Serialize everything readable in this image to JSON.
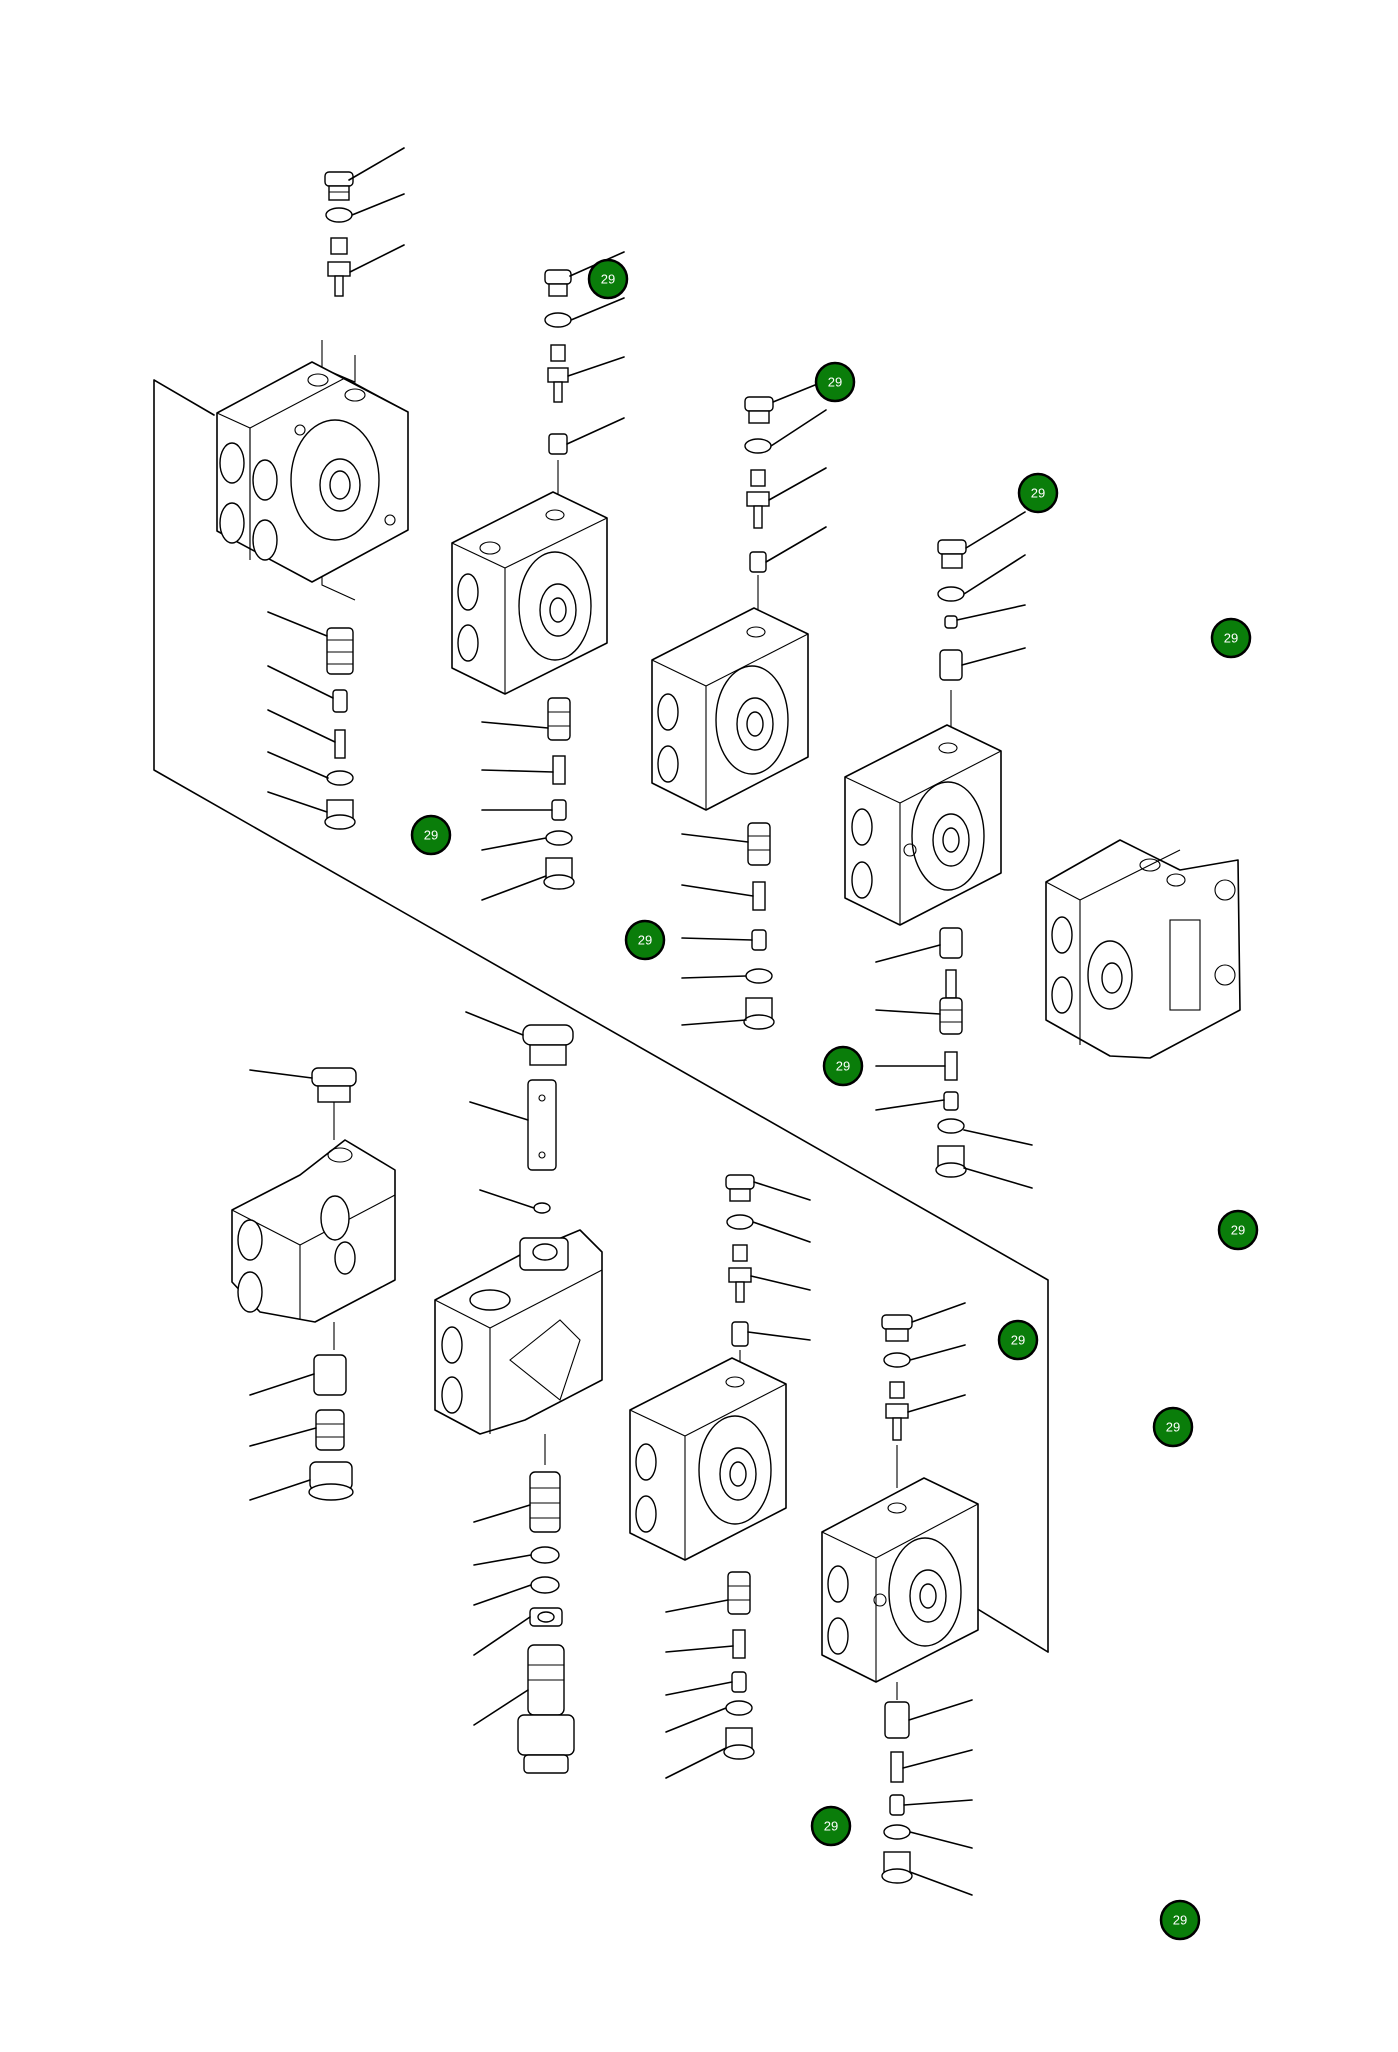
{
  "callouts": [
    {
      "label": "29"
    },
    {
      "label": "29"
    },
    {
      "label": "29"
    },
    {
      "label": "29"
    },
    {
      "label": "29"
    },
    {
      "label": "29"
    },
    {
      "label": "29"
    },
    {
      "label": "29"
    },
    {
      "label": "29"
    },
    {
      "label": "29"
    },
    {
      "label": "29"
    },
    {
      "label": "29"
    }
  ],
  "colors": {
    "callout_fill": "#0a7d0a",
    "callout_stroke": "#000000",
    "line": "#000000",
    "background": "#ffffff"
  }
}
